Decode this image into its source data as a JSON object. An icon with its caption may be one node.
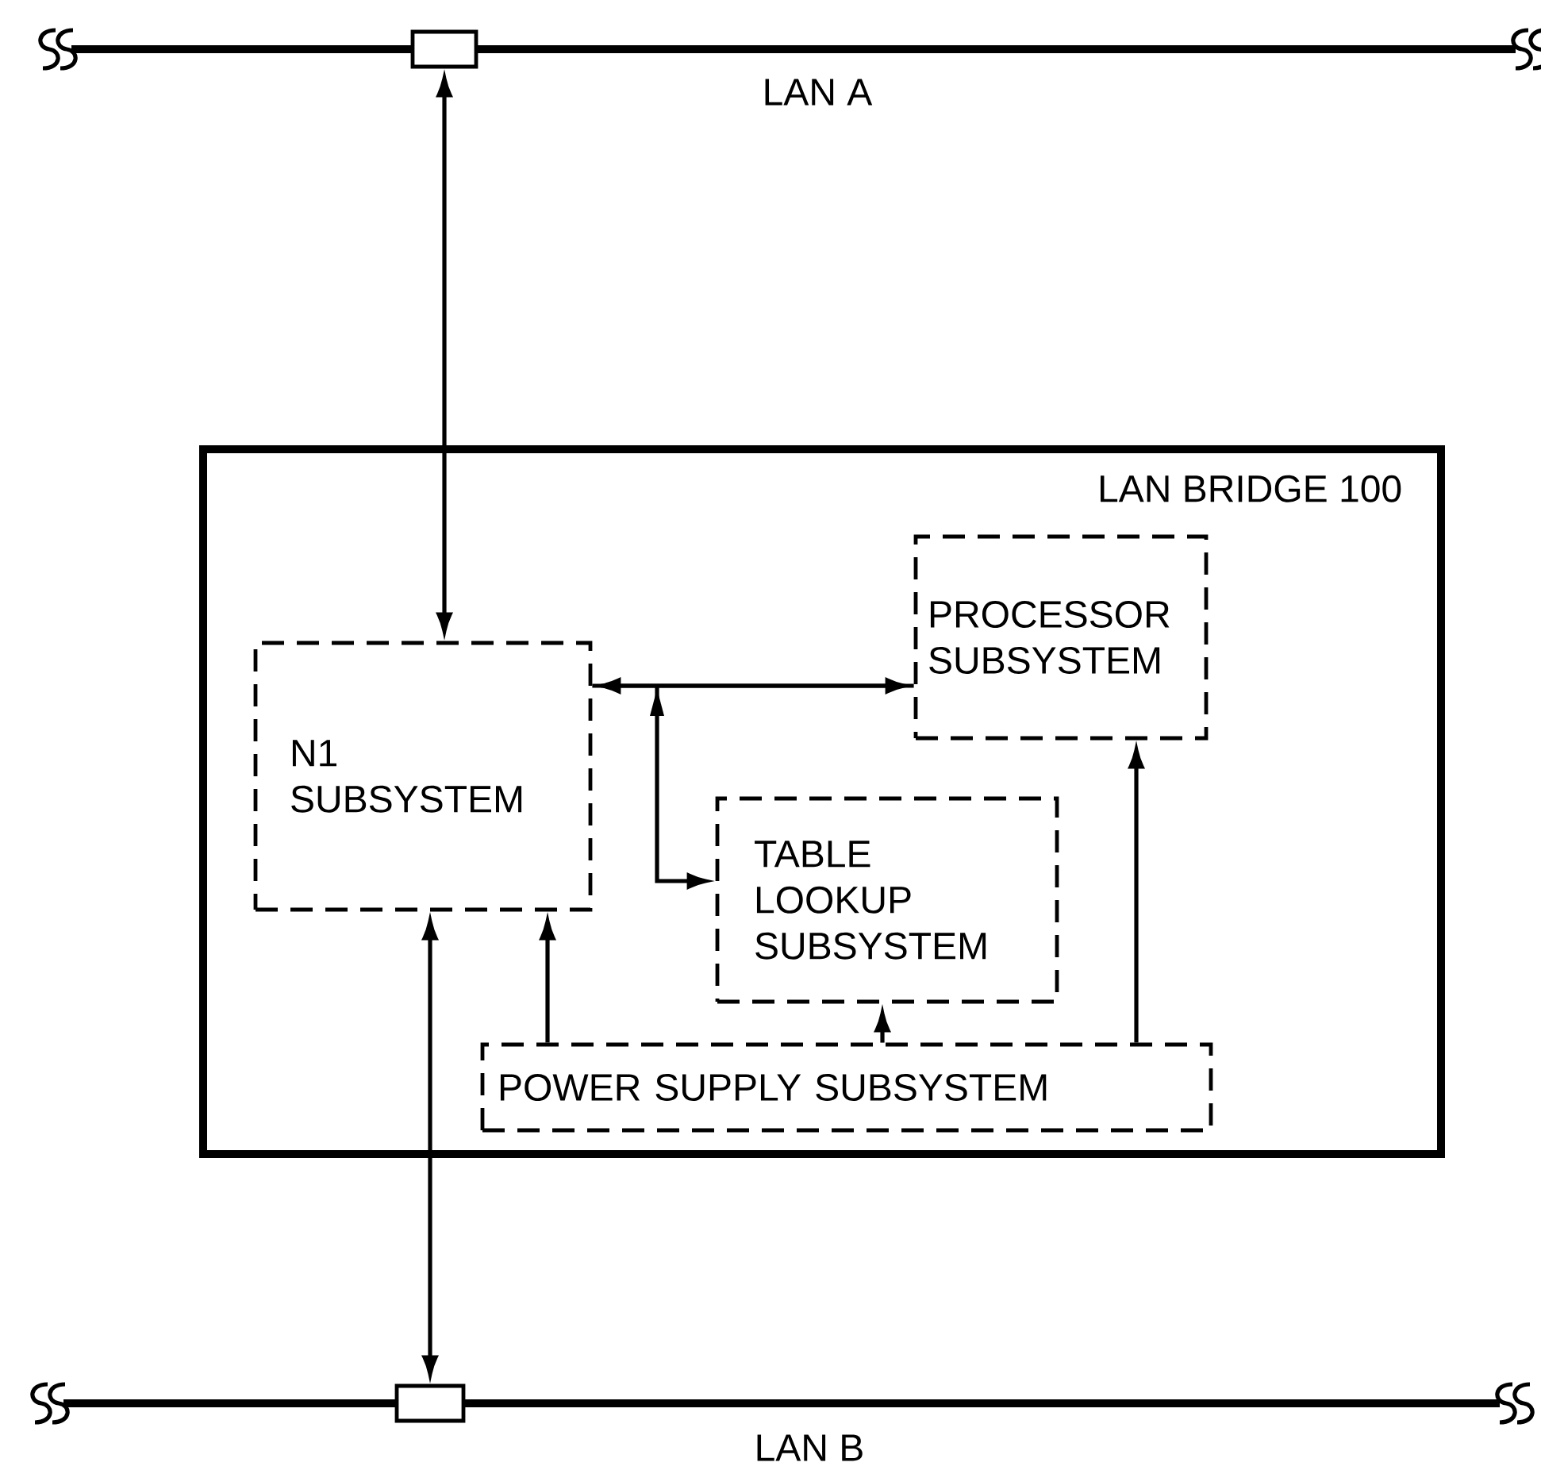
{
  "diagram": {
    "nodes": [
      {
        "text": [],
        "shape": "box"
      },
      {
        "text": [
          "LAN BRIDGE 100"
        ]
      },
      {
        "text": [
          "PROCESSOR SUBSYSTEM"
        ],
        "in": 1
      },
      {
        "text": [
          "N1 SUBSYSTEM"
        ],
        "in": 1
      },
      {
        "text": [
          "TABLE LOOKUP SUBSYSTEM"
        ],
        "in": 1
      },
      {
        "text": [
          "POWER SUPPLY SUBSYSTEM"
        ],
        "in": 1
      },
      {
        "text": [],
        "shape": "box"
      }
    ],
    "edges": [
      {
        "from": 0,
        "to": 3,
        "arrow": "both"
      },
      {
        "from": 3,
        "to": 6,
        "arrow": "both"
      },
      {
        "from": 3,
        "to": 2,
        "arrow": "both"
      },
      {
        "from": 3,
        "to": 4,
        "arrow": "to"
      },
      {
        "from": 2,
        "to": 4,
        "arrow": "to"
      },
      {
        "from": 5,
        "to": 3,
        "arrow": "to"
      },
      {
        "from": 5,
        "to": 4,
        "arrow": "to"
      },
      {
        "from": 5,
        "to": 2,
        "arrow": "to"
      }
    ],
    "labels": [
      "LAN A",
      "LAN B"
    ]
  }
}
